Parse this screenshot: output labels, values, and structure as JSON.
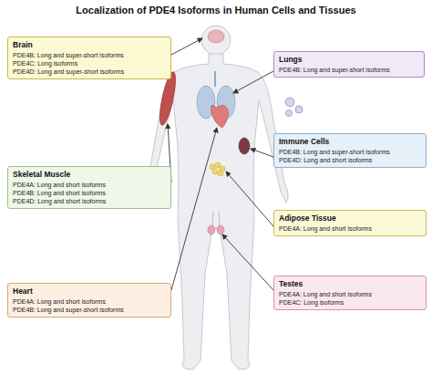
{
  "diagram": {
    "title": "Localization of PDE4 Isoforms in Human Cells and Tissues",
    "nodes": [
      {
        "text": [
          "Brain",
          "PDE4B: Long and super-short isoforms",
          "PDE4C: Long isoforms",
          "PDE4D: Long and super-short isoforms"
        ]
      },
      {
        "text": [
          "Lungs",
          "PDE4B: Long and super-short isoforms"
        ]
      },
      {
        "text": [
          "Skeletal Muscle",
          "PDE4A: Long and short isoforms",
          "PDE4B: Long and short isoforms",
          "PDE4D: Long and short isoforms"
        ]
      },
      {
        "text": [
          "Immune Cells",
          "PDE4B: Long and super-short isoforms",
          "PDE4D: Long and short isoforms"
        ]
      },
      {
        "text": [
          "Heart",
          "PDE4A: Long and short isoforms",
          "PDE4B: Long and super-short isoforms"
        ]
      },
      {
        "text": [
          "Adipose Tissue",
          "PDE4A: Long and short isoforms"
        ]
      },
      {
        "text": [
          "Testes",
          "PDE4A: Long and short isoforms",
          "PDE4C: Long isoforms"
        ]
      }
    ]
  }
}
